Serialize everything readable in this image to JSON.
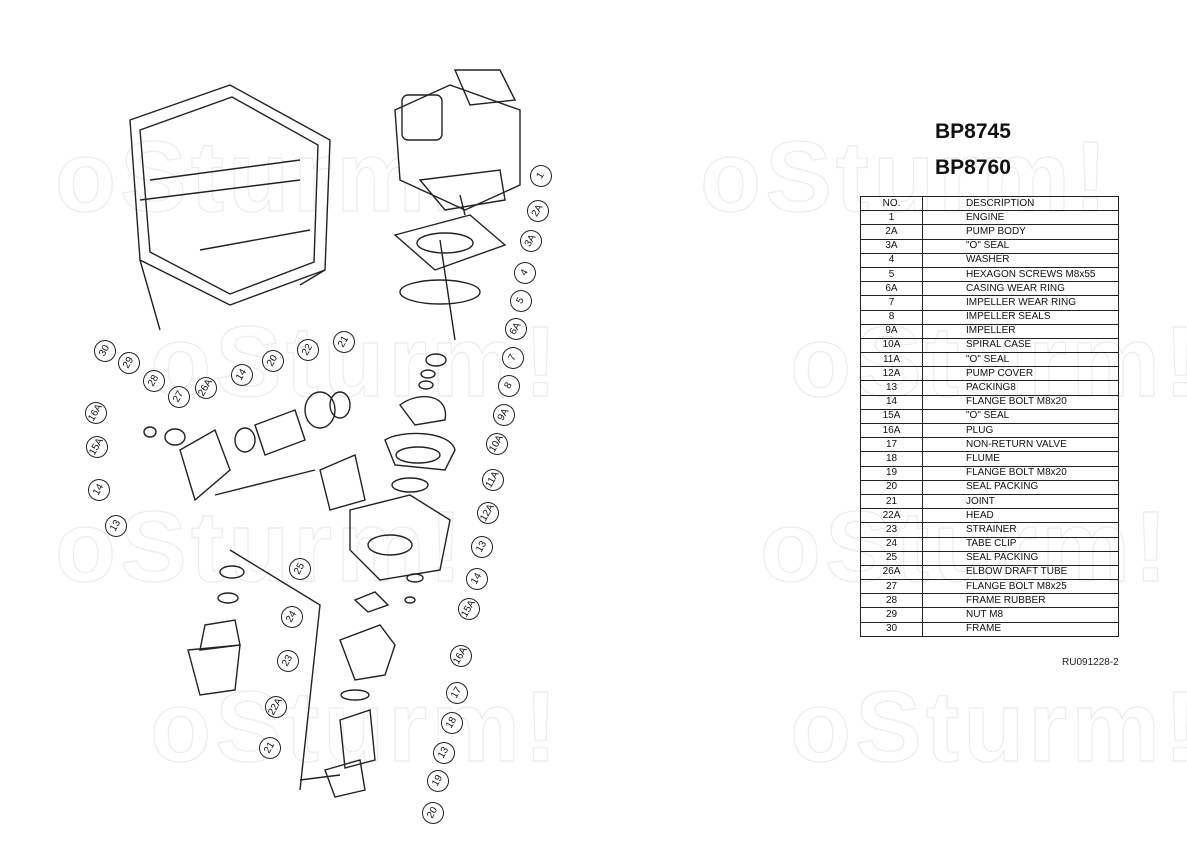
{
  "watermark": "oSturm!®",
  "models": [
    "BP8745",
    "BP8760"
  ],
  "table": {
    "headers": [
      "NO.",
      "DESCRIPTION"
    ],
    "rows": [
      [
        "1",
        "ENGINE"
      ],
      [
        "2A",
        "PUMP BODY"
      ],
      [
        "3A",
        "\"O\" SEAL"
      ],
      [
        "4",
        "WASHER"
      ],
      [
        "5",
        "HEXAGON SCREWS M8x55"
      ],
      [
        "6A",
        "CASING WEAR RING"
      ],
      [
        "7",
        "IMPELLER WEAR RING"
      ],
      [
        "8",
        "IMPELLER SEALS"
      ],
      [
        "9A",
        "IMPELLER"
      ],
      [
        "10A",
        "SPIRAL CASE"
      ],
      [
        "11A",
        "\"O\" SEAL"
      ],
      [
        "12A",
        "PUMP COVER"
      ],
      [
        "13",
        "PACKING8"
      ],
      [
        "14",
        "FLANGE BOLT M8x20"
      ],
      [
        "15A",
        "\"O\" SEAL"
      ],
      [
        "16A",
        "PLUG"
      ],
      [
        "17",
        "NON-RETURN VALVE"
      ],
      [
        "18",
        "FLUME"
      ],
      [
        "19",
        "FLANGE BOLT M8x20"
      ],
      [
        "20",
        "SEAL PACKING"
      ],
      [
        "21",
        "JOINT"
      ],
      [
        "22A",
        "HEAD"
      ],
      [
        "23",
        "STRAINER"
      ],
      [
        "24",
        "TABE CLIP"
      ],
      [
        "25",
        "SEAL PACKING"
      ],
      [
        "26A",
        "ELBOW DRAFT TUBE"
      ],
      [
        "27",
        "FLANGE BOLT M8x25"
      ],
      [
        "28",
        "FRAME RUBBER"
      ],
      [
        "29",
        "NUT M8"
      ],
      [
        "30",
        "FRAME"
      ]
    ]
  },
  "doc_code": "RU091228-2",
  "callouts": [
    "1",
    "2A",
    "3A",
    "4",
    "5",
    "6A",
    "7",
    "8",
    "9A",
    "10A",
    "11A",
    "12A",
    "13",
    "14",
    "15A",
    "16A",
    "17",
    "18",
    "13",
    "19",
    "20",
    "30",
    "29",
    "28",
    "27",
    "14",
    "26A",
    "20",
    "22",
    "21",
    "16A",
    "15A",
    "14",
    "13",
    "25",
    "24",
    "23",
    "22A",
    "21"
  ]
}
